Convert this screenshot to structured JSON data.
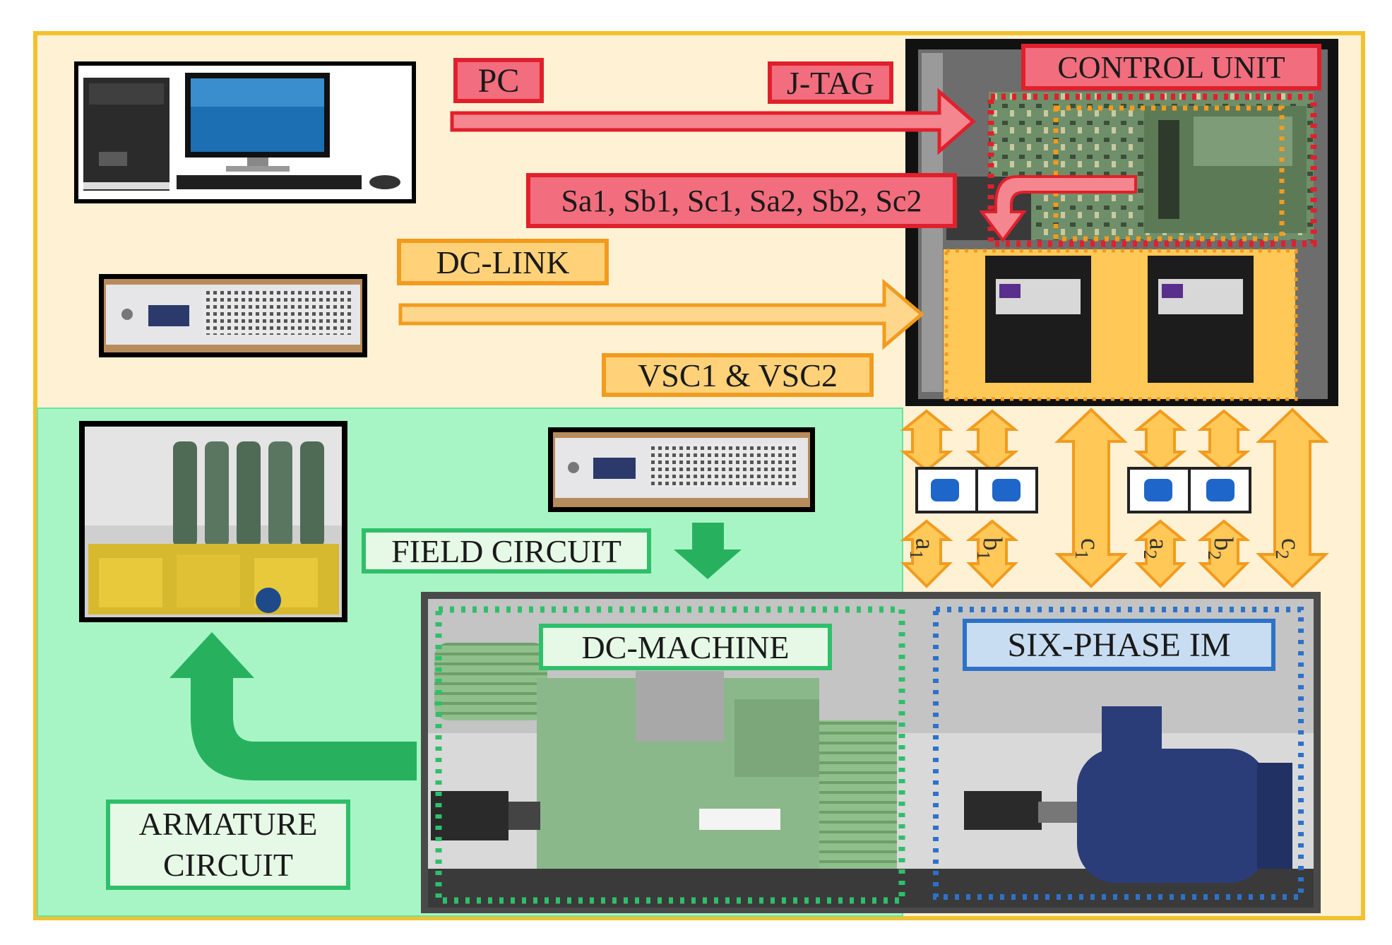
{
  "labels": {
    "pc": "PC",
    "jtag": "J-TAG",
    "control_unit": "CONTROL UNIT",
    "gate_signals": "Sa1, Sb1, Sc1, Sa2, Sb2, Sc2",
    "dc_link": "DC-LINK",
    "vsc": "VSC1 & VSC2",
    "field_circuit": "FIELD CIRCUIT",
    "dc_machine": "DC-MACHINE",
    "six_phase_im": "SIX-PHASE IM",
    "armature_line1": "ARMATURE",
    "armature_line2": "CIRCUIT"
  },
  "phases": [
    {
      "letter": "a",
      "sub": "1"
    },
    {
      "letter": "b",
      "sub": "1"
    },
    {
      "letter": "c",
      "sub": "1"
    },
    {
      "letter": "a",
      "sub": "2"
    },
    {
      "letter": "b",
      "sub": "2"
    },
    {
      "letter": "c",
      "sub": "2"
    }
  ],
  "colors": {
    "red": "#e0202c",
    "red_fill": "#f26d7d",
    "orange": "#f29b1e",
    "orange_fill": "#ffd27a",
    "green": "#2fbf6a",
    "green_fill": "#a7f5c4",
    "blue": "#2d72c9",
    "cream": "#fff1d4",
    "frame": "#f2c12e"
  },
  "icons": [
    "desktop-computer-icon",
    "power-supply-icon",
    "control-cabinet-icon",
    "converter-module-icon",
    "current-sensor-icon",
    "resistor-bank-icon",
    "dc-machine-icon",
    "induction-motor-icon"
  ]
}
